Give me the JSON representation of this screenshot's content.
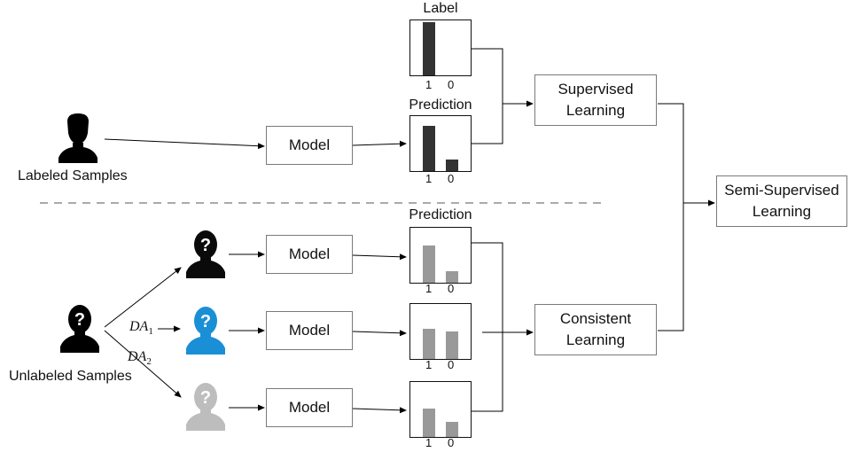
{
  "labeled": {
    "caption": "Labeled Samples"
  },
  "unlabeled": {
    "caption": "Unlabeled Samples"
  },
  "model_label": "Model",
  "charts": {
    "label": {
      "title": "Label",
      "values": [
        1.0,
        0.0
      ],
      "ticks": [
        "1",
        "0"
      ]
    },
    "prediction_labeled": {
      "title": "Prediction",
      "values": [
        0.85,
        0.22
      ],
      "ticks": [
        "1",
        "0"
      ]
    },
    "prediction_u1": {
      "title": "Prediction",
      "values": [
        0.7,
        0.22
      ],
      "ticks": [
        "1",
        "0"
      ]
    },
    "prediction_u2": {
      "values": [
        0.56,
        0.52
      ],
      "ticks": [
        "1",
        "0"
      ]
    },
    "prediction_u3": {
      "values": [
        0.54,
        0.29
      ],
      "ticks": [
        "1",
        "0"
      ]
    }
  },
  "supervised": {
    "line1": "Supervised",
    "line2": "Learning"
  },
  "consistent": {
    "line1": "Consistent",
    "line2": "Learning"
  },
  "semi": {
    "line1": "Semi-Supervised",
    "line2": "Learning"
  },
  "augmentations": {
    "da1_base": "DA",
    "da1_sub": "1",
    "da2_base": "DA",
    "da2_sub": "2"
  },
  "colors": {
    "labeled_person": "#000000",
    "aug1_person": "#0a0a0a",
    "aug2_person": "#1a8fd6",
    "aug3_person": "#bdbdbd",
    "bar_labeled": "#333333",
    "bar_unlabeled": "#999999"
  },
  "icons": {
    "labeled": "person-silhouette-icon",
    "unlabeled": "person-question-icon"
  }
}
